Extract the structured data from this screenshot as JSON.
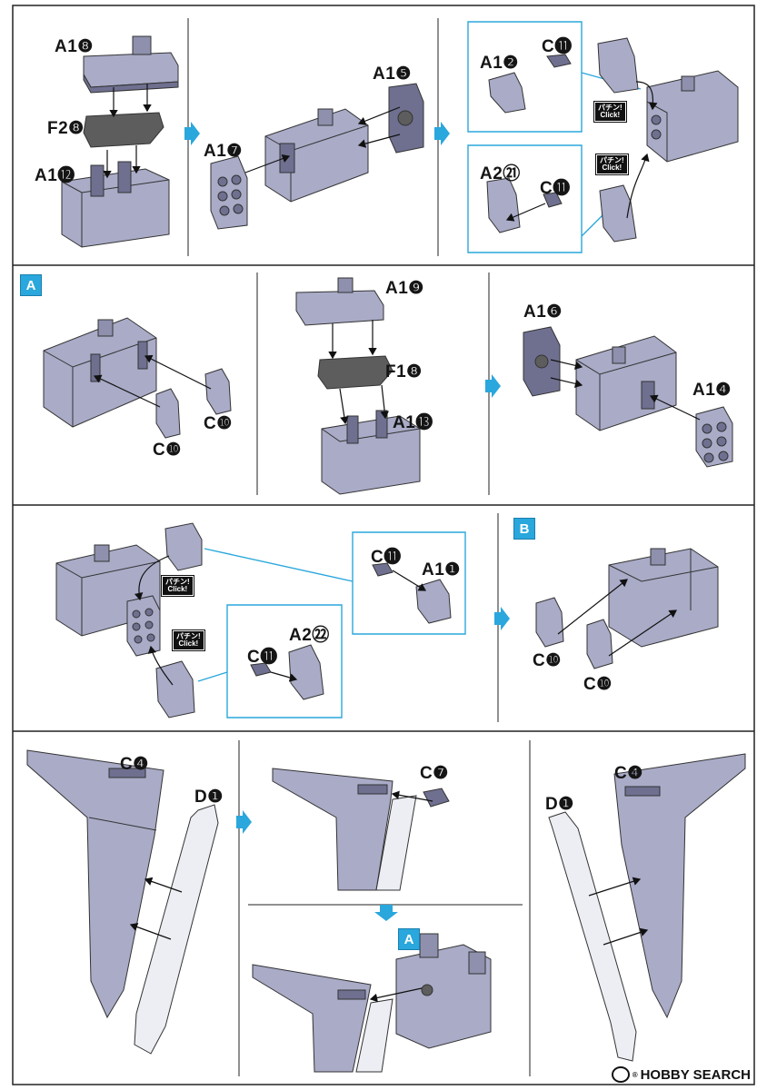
{
  "labels": {
    "a1_8": "A1❽",
    "f2_8": "F2❽",
    "a1_12": "A1⓬",
    "a1_7": "A1❼",
    "a1_5": "A1❺",
    "c_11": "C⓫",
    "a1_2": "A1❷",
    "a2_21": "A2㉑",
    "c_10": "C❿",
    "a1_9": "A1❾",
    "f1_8": "F1❽",
    "a1_13": "A1⓭",
    "a1_6": "A1❻",
    "a1_4": "A1❹",
    "a1_1": "A1❶",
    "a2_22": "A2㉒",
    "c_4": "C❹",
    "d_1": "D❶",
    "c_7": "C❼"
  },
  "badges": {
    "a": "A",
    "b": "B"
  },
  "click": {
    "jp": "パチン!",
    "en": "Click!"
  },
  "watermark": {
    "text": "HOBBY SEARCH",
    "reg": "®"
  },
  "colors": {
    "part_fill": "#a9abc7",
    "part_dark": "#6f7090",
    "frame_fill": "#5d5d5d",
    "accent": "#2aa7dc"
  }
}
